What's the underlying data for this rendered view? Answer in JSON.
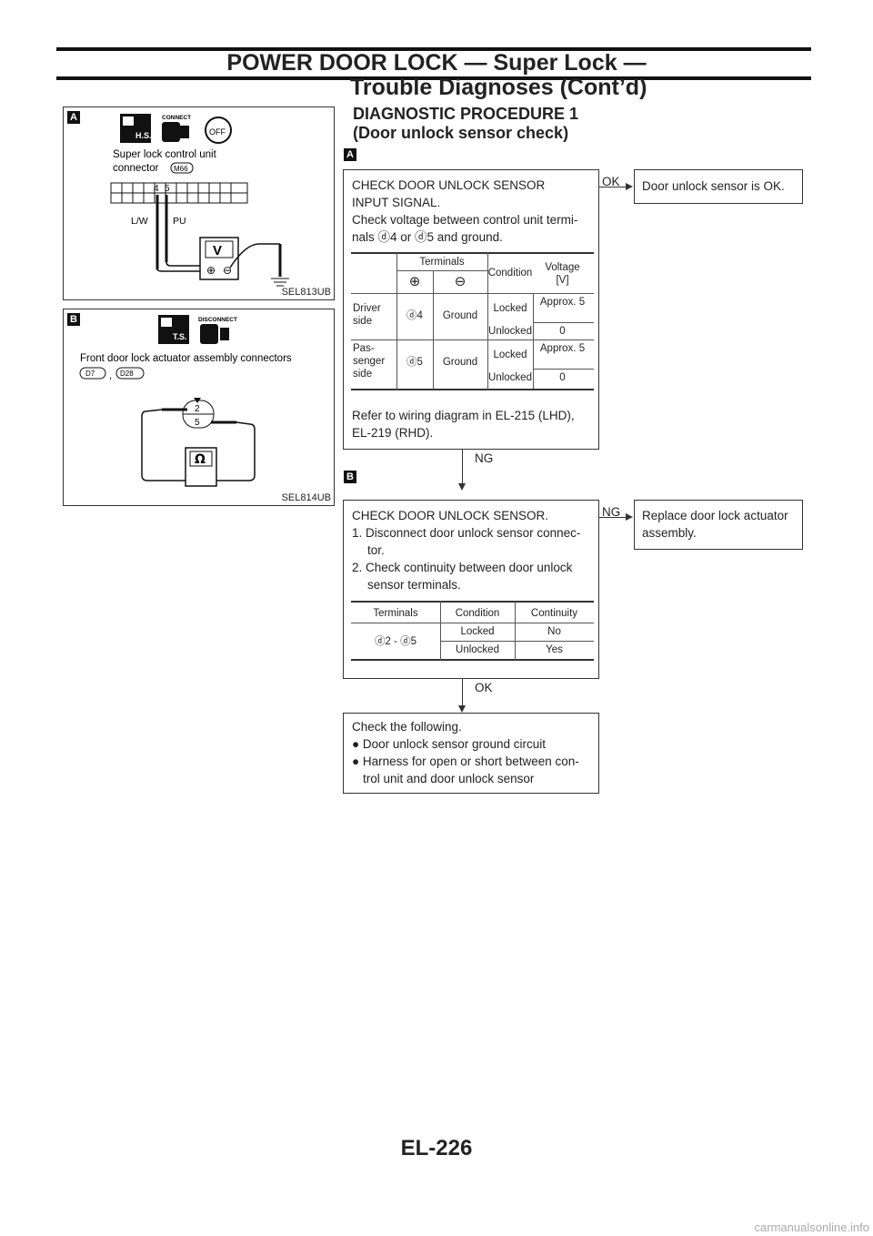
{
  "header": {
    "line1": "POWER DOOR LOCK — Super Lock —",
    "line2": "Trouble Diagnoses (Cont’d)"
  },
  "title": {
    "line1": "DIAGNOSTIC PROCEDURE 1",
    "line2": "(Door unlock sensor check)"
  },
  "fig_a": {
    "tag": "A",
    "badge1": "H.S.",
    "badge2": "CONNECT",
    "ignition_label": "OFF",
    "caption_line1": "Super lock control unit",
    "caption_line2": "connector",
    "connector_id": "M66",
    "pin4": "4",
    "pin5": "5",
    "wire_left": "L/W",
    "wire_right": "PU",
    "meter": "V",
    "code": "SEL813UB"
  },
  "fig_b": {
    "tag": "B",
    "badge1": "T.S.",
    "badge2": "DISCONNECT",
    "caption": "Front door lock actuator assembly connectors",
    "connector1": "D7",
    "sep": ",",
    "connector2": "D28",
    "pin2": "2",
    "pin5": "5",
    "meter": "Ω",
    "code": "SEL814UB"
  },
  "step_a": {
    "tag": "A",
    "lines": [
      "CHECK DOOR UNLOCK SENSOR",
      "INPUT SIGNAL.",
      "Check voltage between control unit termi-",
      "nals ⓓ4 or ⓓ5 and ground."
    ],
    "table": {
      "hdr_terminals": "Terminals",
      "hdr_plus": "⊕",
      "hdr_minus": "⊖",
      "hdr_condition": "Condition",
      "hdr_voltage": "Voltage [V]",
      "rows": [
        {
          "side": "Driver side",
          "plus": "ⓓ4",
          "minus": "Ground",
          "c1": "Locked",
          "v1": "Approx. 5",
          "c2": "Unlocked",
          "v2": "0"
        },
        {
          "side": "Pas- senger side",
          "plus": "ⓓ5",
          "minus": "Ground",
          "c1": "Locked",
          "v1": "Approx. 5",
          "c2": "Unlocked",
          "v2": "0"
        }
      ]
    },
    "ref1": "Refer to wiring diagram in EL-215 (LHD),",
    "ref2": "EL-219 (RHD).",
    "ok_label": "OK",
    "ok_result": "Door unlock sensor is OK.",
    "ng_label": "NG"
  },
  "step_b": {
    "tag": "B",
    "lines": [
      "CHECK DOOR UNLOCK SENSOR.",
      "1. Disconnect door unlock sensor connec-",
      "tor.",
      "2. Check continuity between door unlock",
      "sensor terminals."
    ],
    "table": {
      "hdr_terminals": "Terminals",
      "hdr_condition": "Condition",
      "hdr_continuity": "Continuity",
      "terminals": "ⓓ2 - ⓓ5",
      "r1_cond": "Locked",
      "r1_cont": "No",
      "r2_cond": "Unlocked",
      "r2_cont": "Yes"
    },
    "ng_label": "NG",
    "ng_result_line1": "Replace door lock actuator",
    "ng_result_line2": "assembly.",
    "ok_label": "OK"
  },
  "step_c": {
    "lines": [
      "Check the following.",
      "● Door unlock sensor ground circuit",
      "● Harness for open or short between con-",
      "trol unit and door unlock sensor"
    ]
  },
  "footer": "EL-226",
  "watermark": "carmanualsonline.info"
}
